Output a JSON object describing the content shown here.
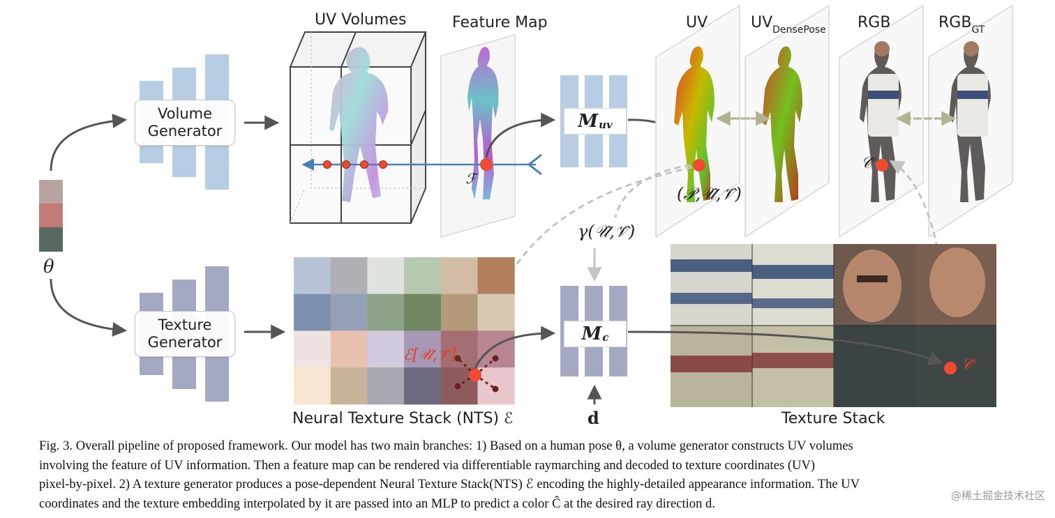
{
  "labels": {
    "uv_volumes": "UV Volumes",
    "feature_map": "Feature Map",
    "uv": "UV",
    "uv_densepose_main": "UV",
    "uv_densepose_sub": "DensePose",
    "rgb": "RGB",
    "rgb_gt_main": "RGB",
    "rgb_gt_sub": "GT",
    "nts": "Neural Texture Stack (NTS) ℰ",
    "texture_stack": "Texture Stack"
  },
  "generators": {
    "volume": [
      "Volume",
      "Generator"
    ],
    "texture": [
      "Texture",
      "Generator"
    ]
  },
  "mlps": {
    "uv_main": "M",
    "uv_sub": "uv",
    "c_main": "M",
    "c_sub": "c"
  },
  "symbols": {
    "theta": "θ",
    "feature": "ℱ",
    "point_tuple": "(𝒫,𝒰̂,𝒱̂)",
    "gamma": "γ(𝒰̂,𝒱̂)",
    "embedding": "ℰ[𝒰̂,𝒱̂]",
    "direction": "d",
    "color_rgb": "𝒞̂",
    "color_stack": "𝒞̂"
  },
  "caption": {
    "lines": [
      "Fig. 3.  Overall pipeline of proposed framework. Our model has two main branches: 1) Based on a human pose θ, a volume generator constructs UV volumes",
      "involving the feature of UV information. Then a feature map can be rendered via differentiable raymarching and decoded to texture coordinates (UV)",
      "pixel-by-pixel. 2) A texture generator produces a pose-dependent Neural Texture Stack(NTS) ℰ encoding the highly-detailed appearance information. The UV",
      "coordinates and the texture embedding interpolated by it are passed into an MLP to predict a color Ĉ at the desired ray direction d."
    ]
  },
  "watermark": "@稀土掘金技术社区",
  "colors": {
    "volume_branch": "#b7cde4",
    "texture_branch": "#a5a8c2",
    "point": "#ef4b33",
    "ray": "#4a7fb8",
    "dashed_gray": "#c4c4c4",
    "dashed_olive": "#b4b193"
  }
}
